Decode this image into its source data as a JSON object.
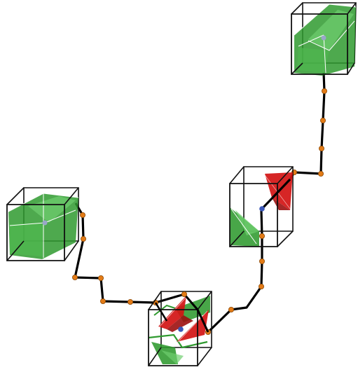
{
  "diagram": {
    "kind": "3d-molecular-cube-chain",
    "colors": {
      "background": "#ffffff",
      "green_face": "#2f9a2f",
      "green_face_light": "#6fcf6f",
      "red_face": "#d21414",
      "red_face_dark": "#9c0f0f",
      "chain_line": "#000000",
      "node": "#e37b16",
      "node_outline": "#8a4a09",
      "center_atom": "#3b57b8",
      "cube_edge": "#111111",
      "white_edge": "#ffffff"
    },
    "cubes": [
      {
        "id": "cube-top-right",
        "face_colors": [
          "green"
        ],
        "has_center_atom": true
      },
      {
        "id": "cube-left",
        "face_colors": [
          "green"
        ],
        "has_center_atom": true
      },
      {
        "id": "cube-middle-right",
        "face_colors": [
          "red",
          "green"
        ],
        "has_center_atom": true
      },
      {
        "id": "cube-bottom-center",
        "face_colors": [
          "red",
          "green"
        ],
        "has_center_atom": true
      }
    ],
    "chains": [
      {
        "id": "chain-top-to-middle",
        "nodes": 5
      },
      {
        "id": "chain-middle-to-bottom",
        "nodes": 4
      },
      {
        "id": "chain-bottom-to-left",
        "nodes": 6
      }
    ]
  }
}
